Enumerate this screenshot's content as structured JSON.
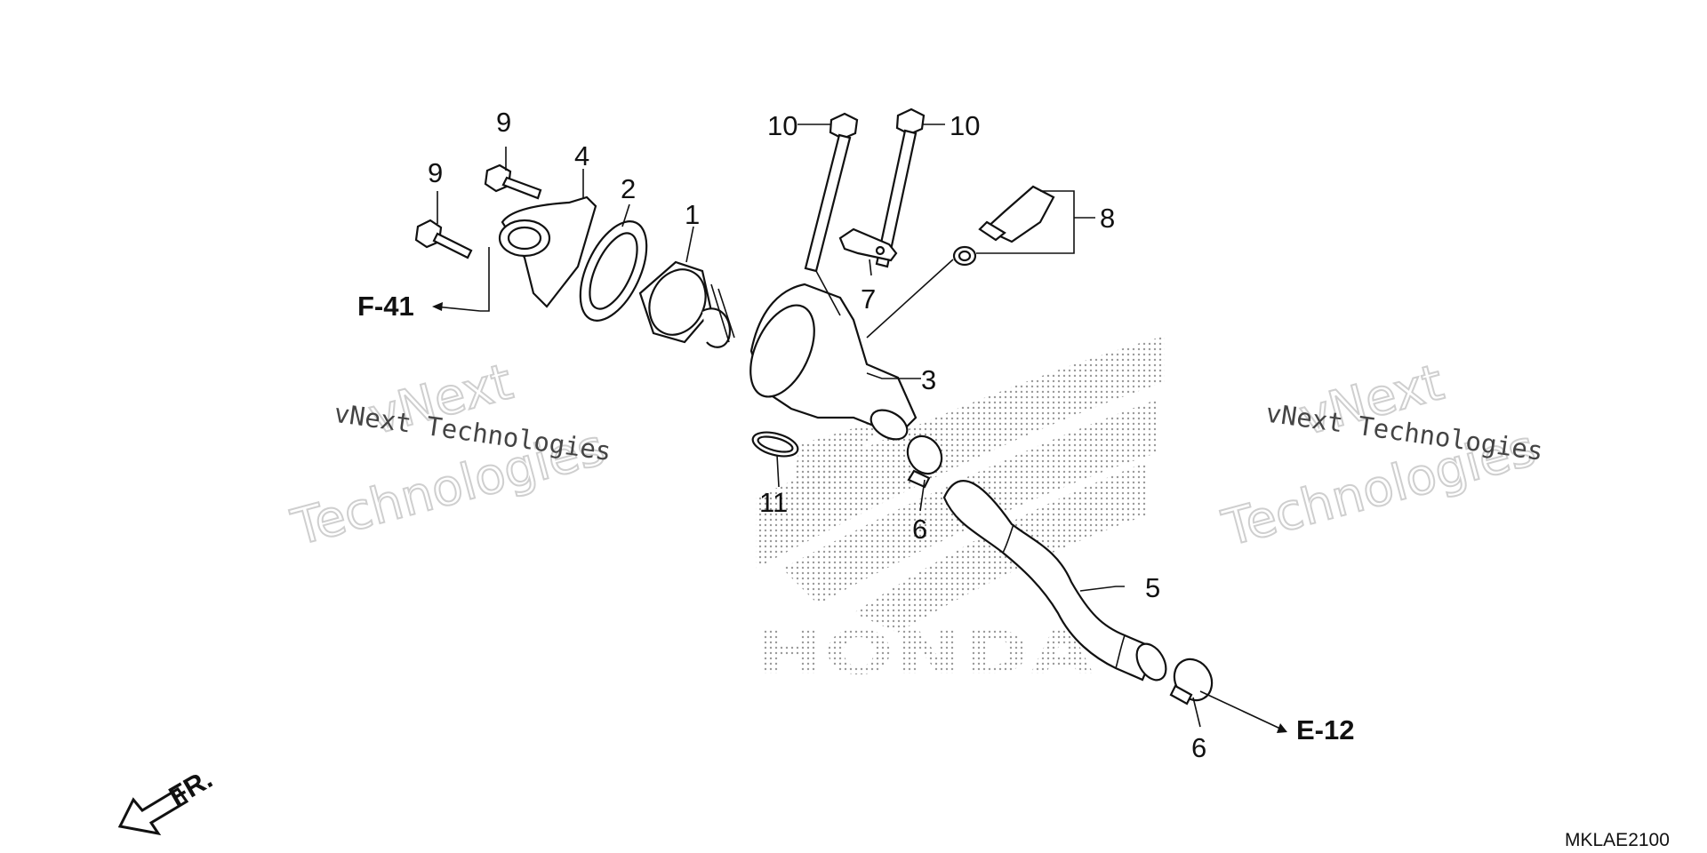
{
  "callouts": {
    "c1": "1",
    "c2": "2",
    "c3": "3",
    "c4": "4",
    "c5": "5",
    "c6a": "6",
    "c6b": "6",
    "c7": "7",
    "c8": "8",
    "c9a": "9",
    "c9b": "9",
    "c10a": "10",
    "c10b": "10",
    "c11": "11"
  },
  "references": {
    "f41": "F-41",
    "e12": "E-12",
    "front": "FR."
  },
  "diagram_code": "MKLAE2100",
  "watermark": {
    "left_small": "vNext Technologies",
    "left_big_1": "vNext",
    "left_big_2": "Technologies",
    "right_small": "vNext Technologies",
    "right_big_1": "vNext",
    "right_big_2": "Technologies"
  },
  "background_logo": "HONDA",
  "colors": {
    "ink": "#111111",
    "watermark": "#cfcfcf",
    "logo_dots": "#9a9a9a"
  }
}
